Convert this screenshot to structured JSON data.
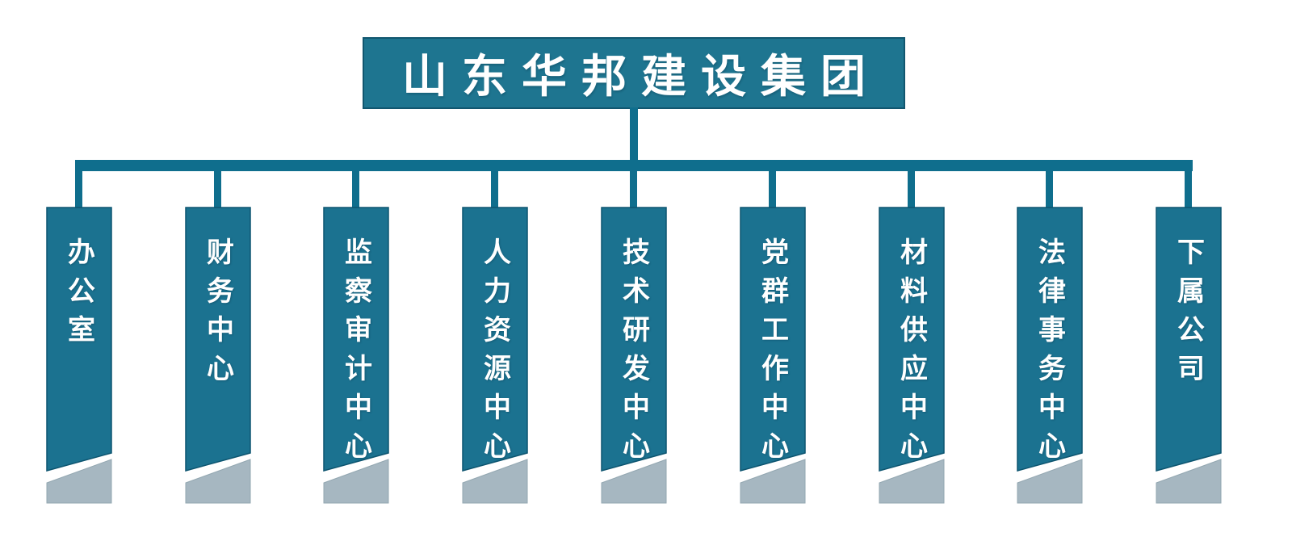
{
  "org_chart": {
    "root": {
      "label": "山东华邦建设集团"
    },
    "departments": [
      {
        "label": "办公室"
      },
      {
        "label": "财务中心"
      },
      {
        "label": "监察审计中心"
      },
      {
        "label": "人力资源中心"
      },
      {
        "label": "技术研发中心"
      },
      {
        "label": "党群工作中心"
      },
      {
        "label": "材料供应中心"
      },
      {
        "label": "法律事务中心"
      },
      {
        "label": "下属公司"
      }
    ],
    "colors": {
      "banner_teal": "#1b7290",
      "banner_border": "#0d5570",
      "banner_gray": "#a6b7c1",
      "connector": "#0f6e8d",
      "title_background": "#1e7590",
      "text": "#ffffff",
      "background": "#ffffff"
    }
  }
}
